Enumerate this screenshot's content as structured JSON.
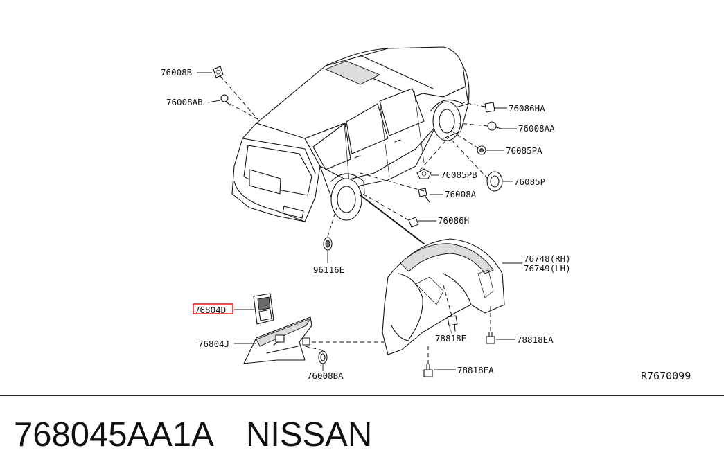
{
  "diagram": {
    "reference_code": "R7670099",
    "labels": {
      "p76008B": "76008B",
      "p76008AB": "76008AB",
      "p76086HA": "76086HA",
      "p76008AA": "76008AA",
      "p76085PA": "76085PA",
      "p76085PB": "76085PB",
      "p76085P": "76085P",
      "p76008A": "76008A",
      "p76086H": "76086H",
      "p96116E": "96116E",
      "p76748": "76748(RH)",
      "p76749": "76749(LH)",
      "p76804D": "76804D",
      "p76804J": "76804J",
      "p76008BA": "76008BA",
      "p78818E": "78818E",
      "p78818EA_right": "78818EA",
      "p78818EA_bottom": "78818EA"
    },
    "highlighted_part": "76804D",
    "highlight_color": "#e8262a"
  },
  "footer": {
    "part_number": "768045AA1A",
    "manufacturer": "NISSAN"
  }
}
